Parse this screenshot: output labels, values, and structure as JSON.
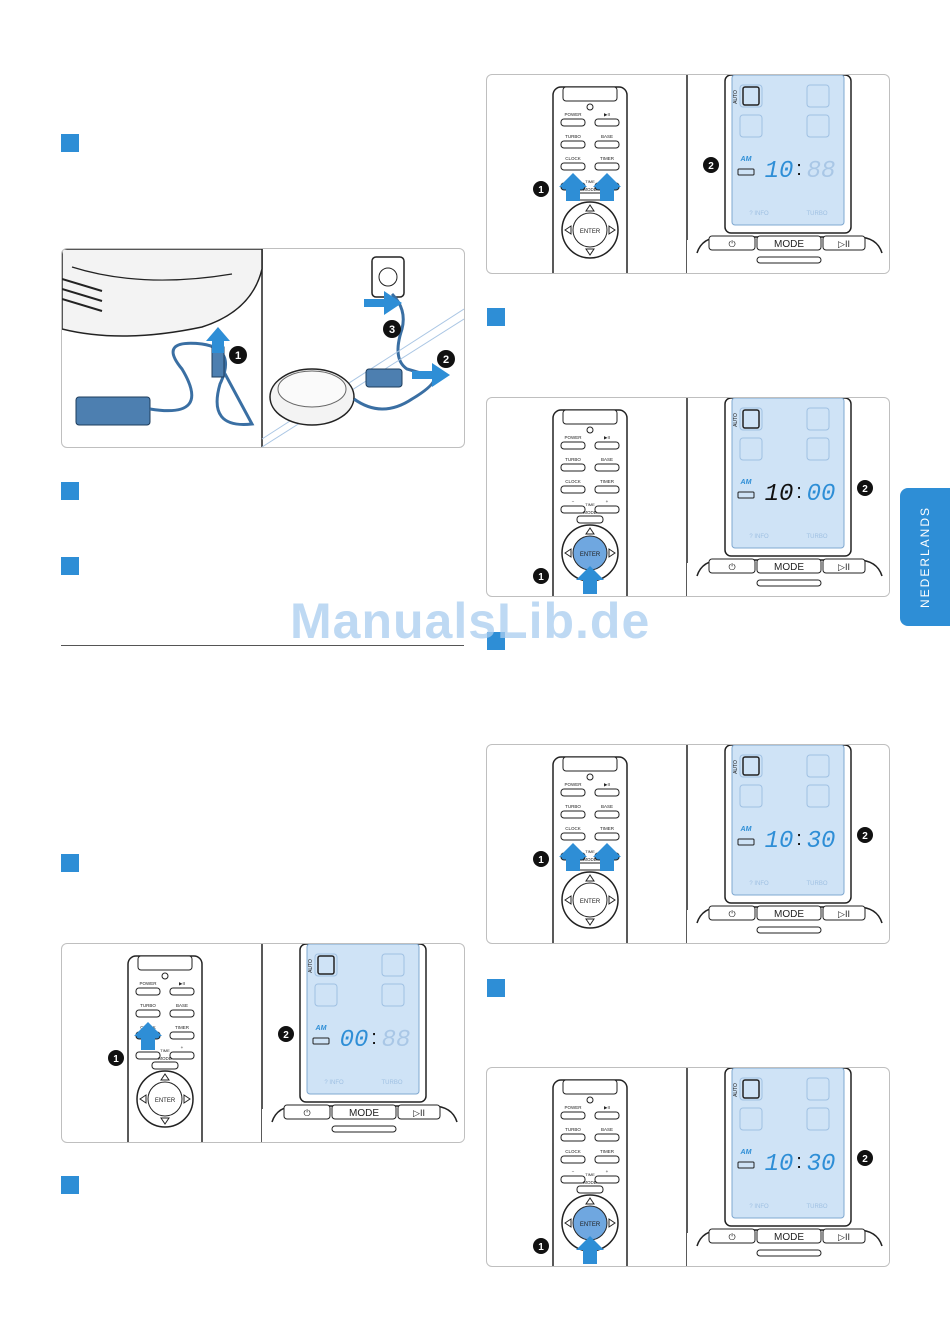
{
  "side_tab": {
    "label": "NEDERLANDS"
  },
  "watermark": {
    "text": "ManualsLib.de"
  },
  "remote": {
    "power": "POWER",
    "play": "▶II",
    "turbo": "TURBO",
    "base": "BASE",
    "clock": "CLOCK",
    "timer": "TIMER",
    "minus": "−",
    "time": "TIME",
    "plus": "+",
    "mode": "MODE",
    "enter": "ENTER"
  },
  "base_unit": {
    "mode_label": "MODE",
    "power_symbol": "⏻",
    "play_symbol": "▷II",
    "auto_label": "AUTO",
    "am_label": "AM",
    "info_label": "? INFO",
    "turbo_label": "TURBO"
  },
  "callouts": {
    "one": "1",
    "two": "2",
    "three": "3"
  },
  "displays": [
    {
      "id": "top-right-1",
      "hours": "10",
      "minutes": "88"
    },
    {
      "id": "top-right-2",
      "hours": "10",
      "minutes": "00"
    },
    {
      "id": "top-right-3",
      "hours": "10",
      "minutes": "30"
    },
    {
      "id": "top-right-4",
      "hours": "10",
      "minutes": "30"
    },
    {
      "id": "bottom-left",
      "hours": "00",
      "minutes": "88"
    }
  ]
}
